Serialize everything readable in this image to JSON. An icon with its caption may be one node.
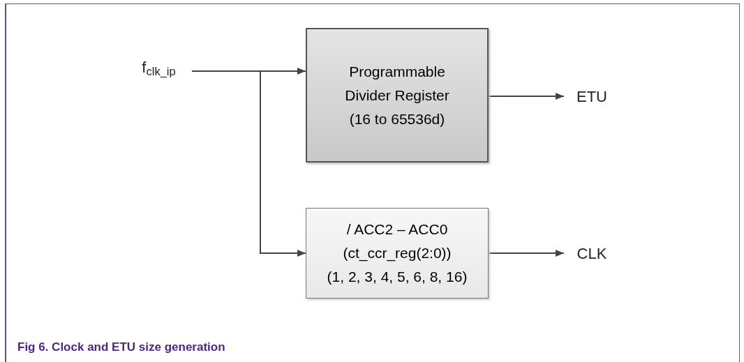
{
  "diagram": {
    "caption": "Fig 6. Clock and ETU size generation",
    "nodes": [
      {
        "text": [
          "f$_{clk_ip}$"
        ]
      },
      {
        "text": [
          "Programmable Divider Register (16 to 65536d)"
        ]
      },
      {
        "text": [
          "/ ACC2 – ACC0",
          "(ct_ccr_reg(2:0))",
          "(1, 2, 3, 4, 5, 6, 8, 16)"
        ]
      },
      {
        "text": [
          "ETU"
        ]
      },
      {
        "text": [
          "CLK"
        ]
      }
    ],
    "edges": [
      {
        "from": 0,
        "to": 1,
        "arrow": "to"
      },
      {
        "from": 0,
        "to": 2,
        "arrow": "to"
      },
      {
        "from": 1,
        "to": 3,
        "arrow": "to"
      },
      {
        "from": 2,
        "to": 4,
        "arrow": "to"
      }
    ]
  }
}
